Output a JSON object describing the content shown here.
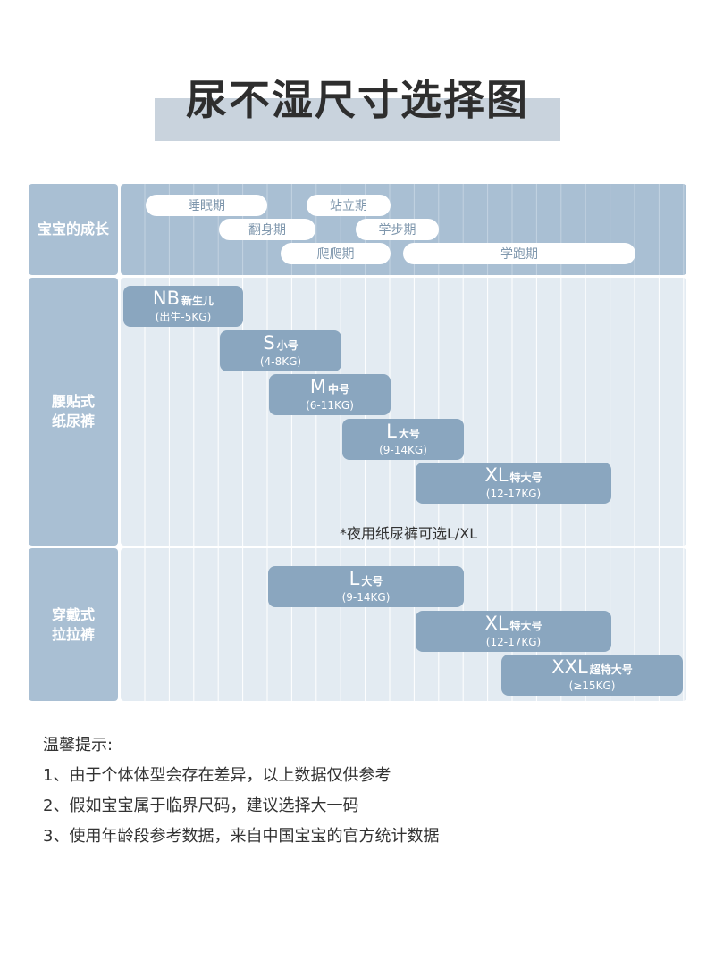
{
  "title": "尿不湿尺寸选择图",
  "rows": {
    "growth_label": [
      "宝宝的成长"
    ],
    "tape_label": [
      "腰贴式",
      "纸尿裤"
    ],
    "pants_label": [
      "穿戴式",
      "拉拉裤"
    ]
  },
  "stages": [
    "睡眠期",
    "站立期",
    "翻身期",
    "学步期",
    "爬爬期",
    "学跑期"
  ],
  "tape_sizes": [
    {
      "code": "NB",
      "name": "新生儿",
      "range": "(出生-5KG)"
    },
    {
      "code": "S",
      "name": "小号",
      "range": "(4-8KG)"
    },
    {
      "code": "M",
      "name": "中号",
      "range": "(6-11KG)"
    },
    {
      "code": "L",
      "name": "大号",
      "range": "(9-14KG)"
    },
    {
      "code": "XL",
      "name": "特大号",
      "range": "(12-17KG)"
    }
  ],
  "night_note": "*夜用纸尿裤可选L/XL",
  "pants_sizes": [
    {
      "code": "L",
      "name": "大号",
      "range": "(9-14KG)"
    },
    {
      "code": "XL",
      "name": "特大号",
      "range": "(12-17KG)"
    },
    {
      "code": "XXL",
      "name": "超特大号",
      "range": "(≥15KG)"
    }
  ],
  "tips": {
    "heading": "温馨提示:",
    "items": [
      "1、由于个体体型会存在差异，以上数据仅供参考",
      "2、假如宝宝属于临界尺码，建议选择大一码",
      "3、使用年龄段参考数据，来自中国宝宝的官方统计数据"
    ]
  },
  "colors": {
    "label_bg": "#a9bfd3",
    "panel_bg": "#e3ebf2",
    "size_box": "#8aa6bf",
    "pill_text": "#7f97ad",
    "title_band": "#c9d3dd"
  }
}
